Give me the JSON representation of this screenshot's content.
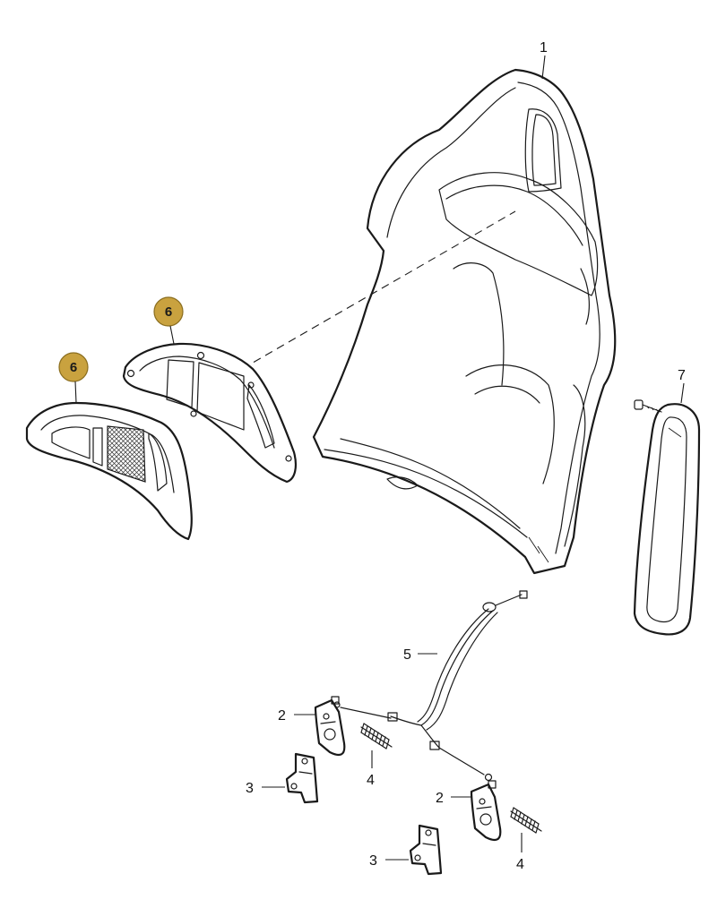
{
  "colors": {
    "line": "#1a1a1a",
    "background": "#ffffff",
    "badge_fill": "#c9a23f",
    "badge_stroke": "#8a6d1e"
  },
  "callouts": {
    "seat_shell": "1",
    "hinge_left": "2",
    "hinge_right": "2",
    "bracket_left": "3",
    "bracket_right": "3",
    "spring_left": "4",
    "spring_right": "4",
    "cable": "5",
    "trim_highlight_a": "6",
    "trim_highlight_b": "6",
    "side_cover": "7"
  }
}
